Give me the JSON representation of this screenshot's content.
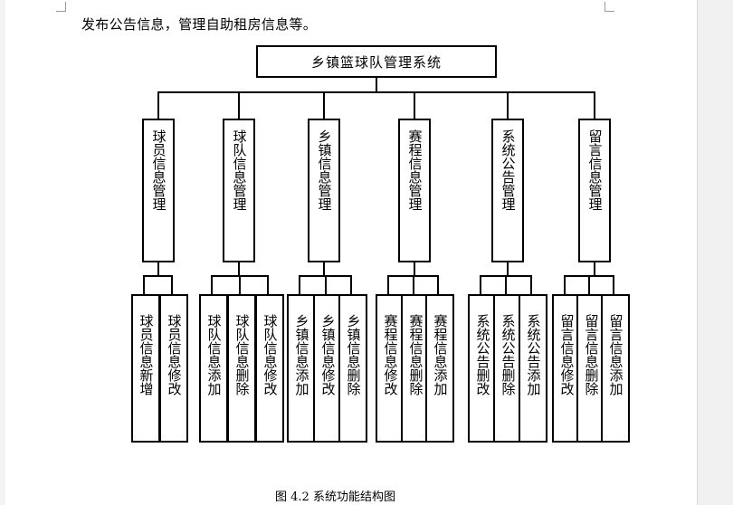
{
  "intro_text": "发布公告信息，管理自助租房信息等。",
  "root": "乡镇篮球队管理系统",
  "modules": [
    {
      "label": "球员信息管理",
      "children": [
        "球员信息新增",
        "球员信息修改"
      ]
    },
    {
      "label": "球队信息管理",
      "children": [
        "球队信息添加",
        "球队信息删除",
        "球队信息修改"
      ]
    },
    {
      "label": "乡镇信息管理",
      "children": [
        "乡镇信息添加",
        "乡镇信息修改",
        "乡镇信息删除"
      ]
    },
    {
      "label": "赛程信息管理",
      "children": [
        "赛程信息修改",
        "赛程信息删除",
        "赛程信息添加"
      ]
    },
    {
      "label": "系统公告管理",
      "children": [
        "系统公告删改",
        "系统公告删除",
        "系统公告添加"
      ]
    },
    {
      "label": "留言信息管理",
      "children": [
        "留言信息修改",
        "留言信息删除",
        "留言信息添加"
      ]
    }
  ],
  "caption": "图 4.2  系统功能结构图"
}
